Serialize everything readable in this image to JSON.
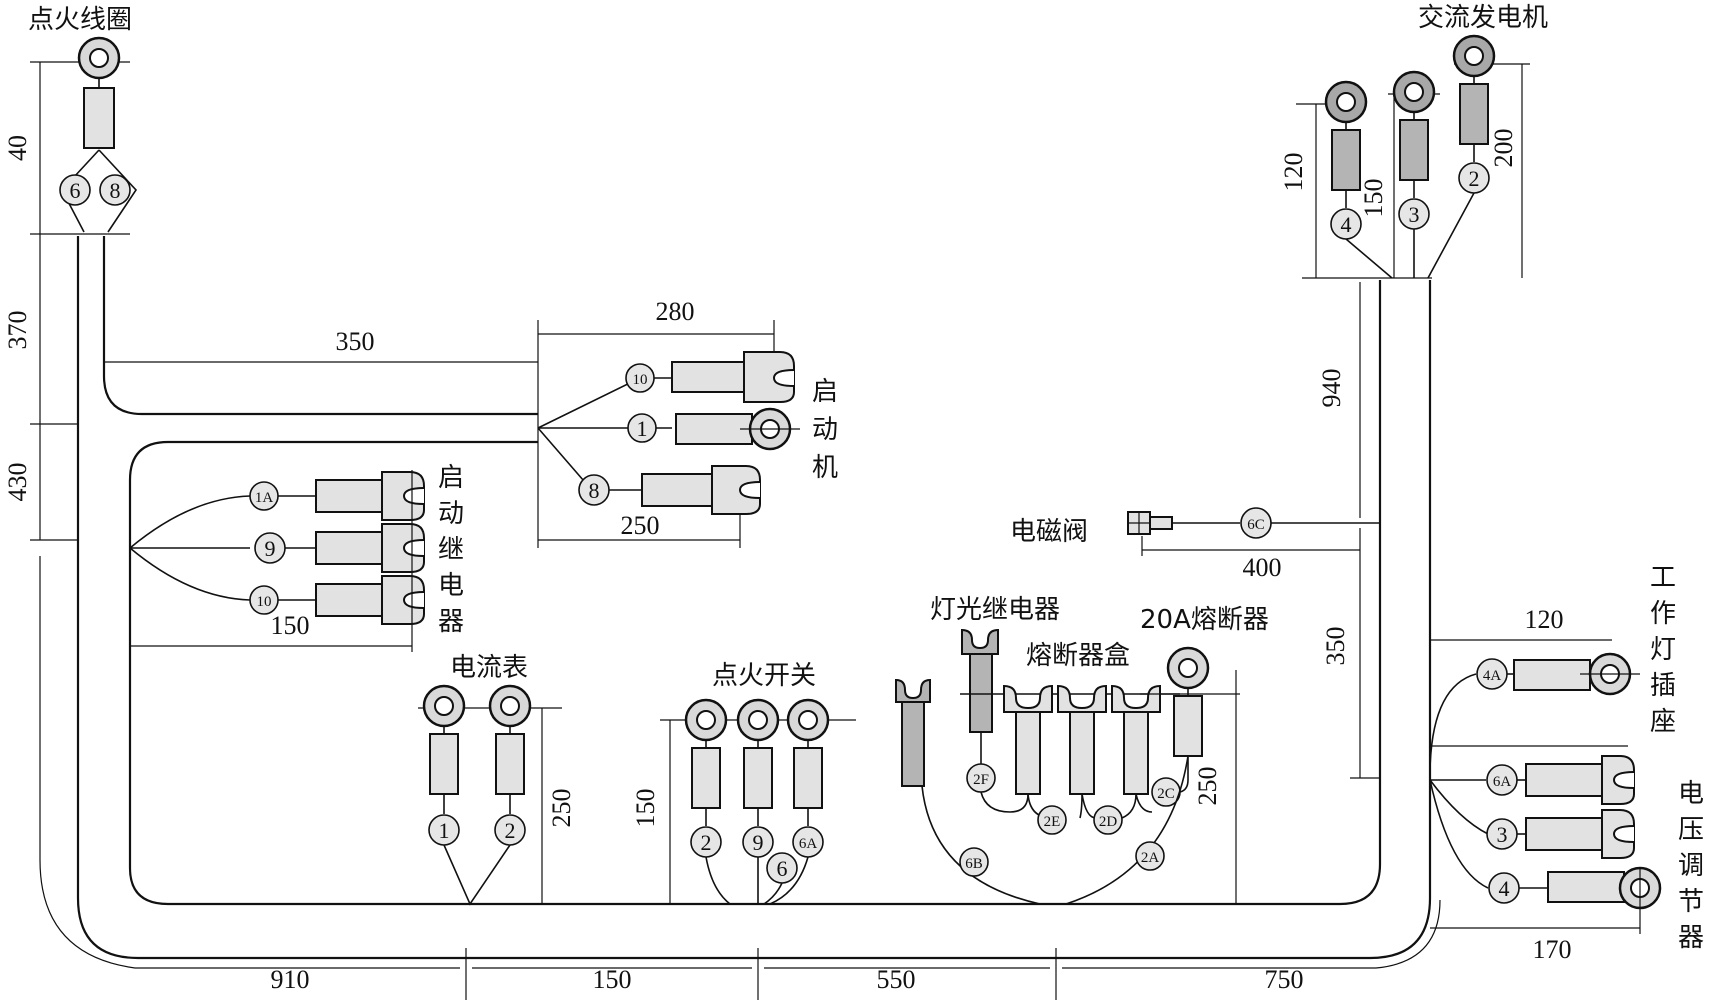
{
  "components": {
    "ignition_coil": "点火线圈",
    "alternator": "交流发电机",
    "starter": "启动机",
    "starter_relay": "启动继电器",
    "ammeter": "电流表",
    "ignition_switch": "点火开关",
    "light_relay": "灯光继电器",
    "fuse_box": "熔断器盒",
    "fuse_20a": "20A熔断器",
    "solenoid_valve": "电磁阀",
    "work_lamp_socket": "工作灯插座",
    "voltage_regulator": "电压调节器"
  },
  "dimensions": {
    "d40": "40",
    "d370": "370",
    "d430": "430",
    "d350_top": "350",
    "d280": "280",
    "d250_starter": "250",
    "d150_relay": "150",
    "d250_ammeter": "250",
    "d150_switch": "150",
    "d250_fuse": "250",
    "d120_alt": "120",
    "d150_alt": "150",
    "d200_alt": "200",
    "d940": "940",
    "d400": "400",
    "d350_right": "350",
    "d120_socket": "120",
    "d170": "170",
    "d910": "910",
    "d150_bottom": "150",
    "d550": "550",
    "d750": "750"
  },
  "wires": {
    "w6": "6",
    "w8": "8",
    "w4": "4",
    "w3": "3",
    "w2": "2",
    "w10a": "10",
    "w1": "1",
    "w8b": "8",
    "w1a": "1A",
    "w9": "9",
    "w10b": "10",
    "am1": "1",
    "am2": "2",
    "sw2": "2",
    "sw9": "9",
    "sw6a": "6A",
    "sw6": "6",
    "w2f": "2F",
    "w2e": "2E",
    "w2d": "2D",
    "w2c": "2C",
    "w6b": "6B",
    "w2a": "2A",
    "w6c": "6C",
    "w4a": "4A",
    "vr6a": "6A",
    "vr3": "3",
    "vr4": "4"
  }
}
